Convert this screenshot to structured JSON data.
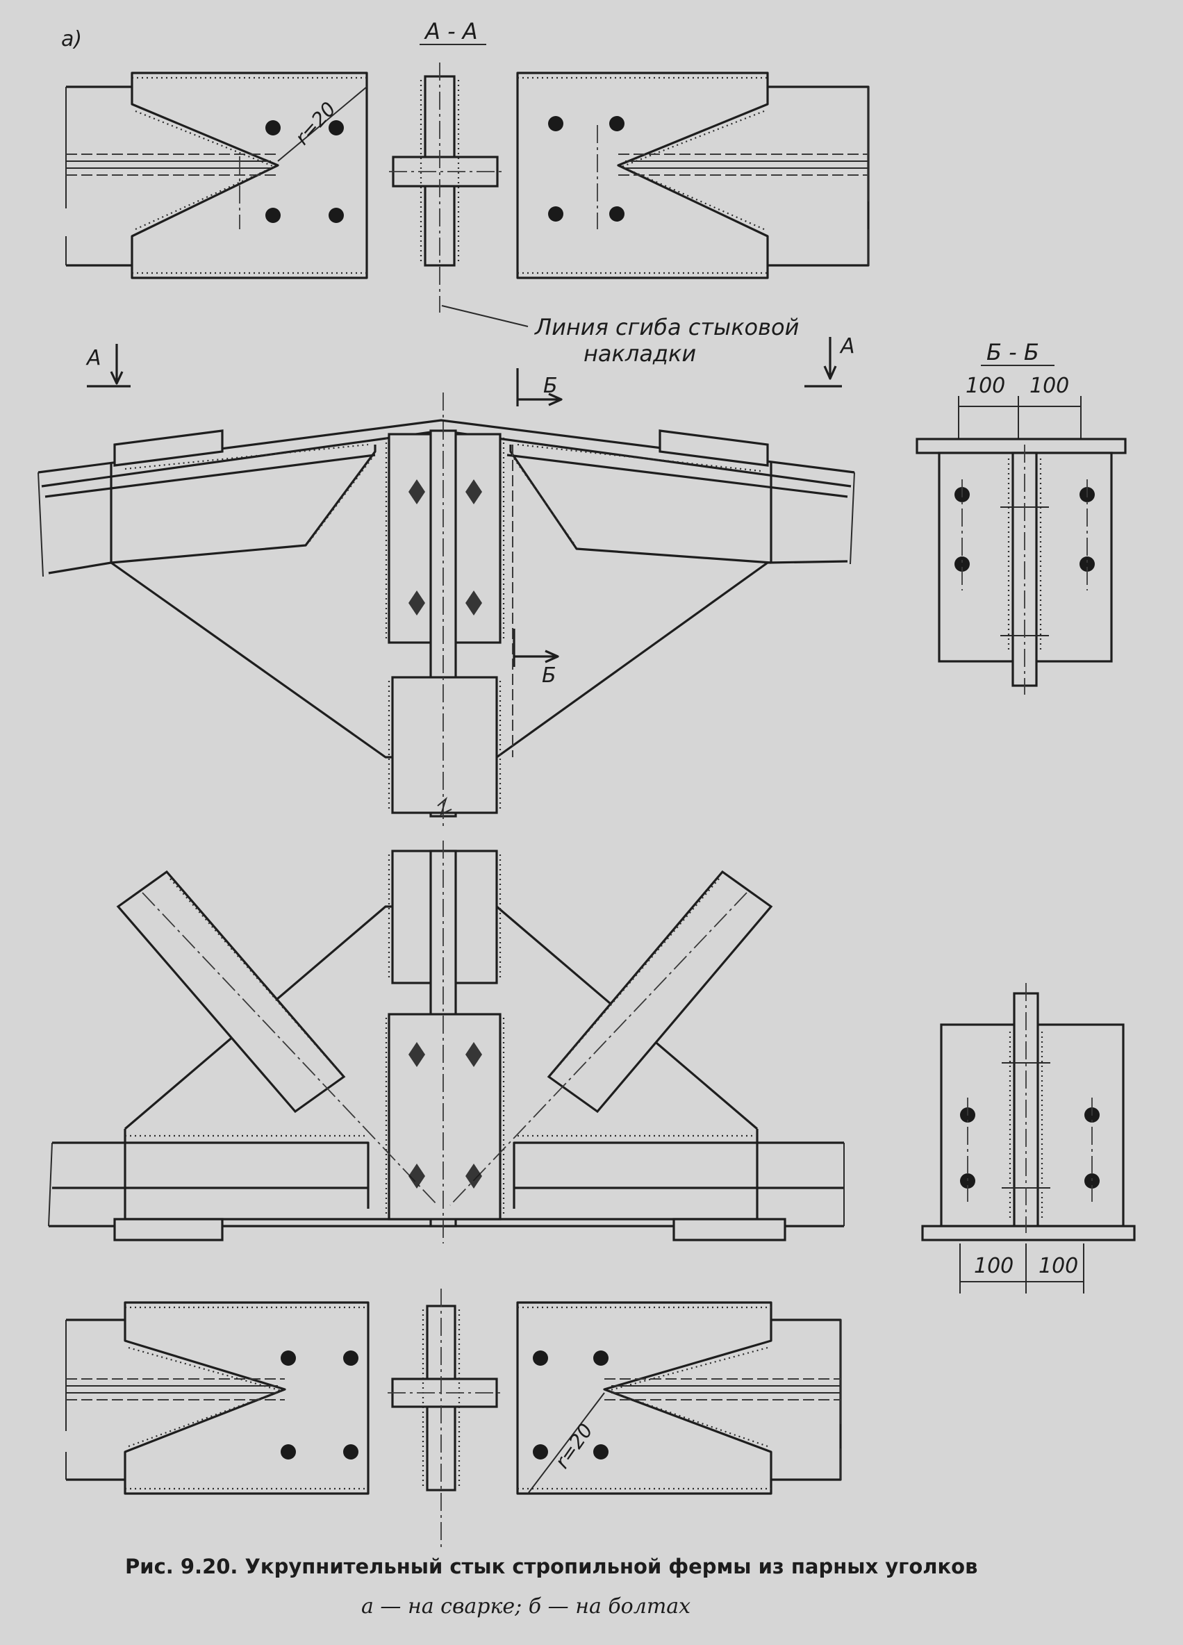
{
  "labels": {
    "variant_a": "а)",
    "section_aa": "А - А",
    "section_bb": "Б - Б",
    "cut_a": "А",
    "cut_b": "Б",
    "bend_line_1": "Линия сгиба стыковой",
    "bend_line_2": "накладки",
    "radius": "r=20",
    "dim_100": "100"
  },
  "caption": {
    "title": "Рис. 9.20. Укрупнительный стык стропильной фермы из парных уголков",
    "subtitle": "а — на сварке; б — на болтах"
  }
}
